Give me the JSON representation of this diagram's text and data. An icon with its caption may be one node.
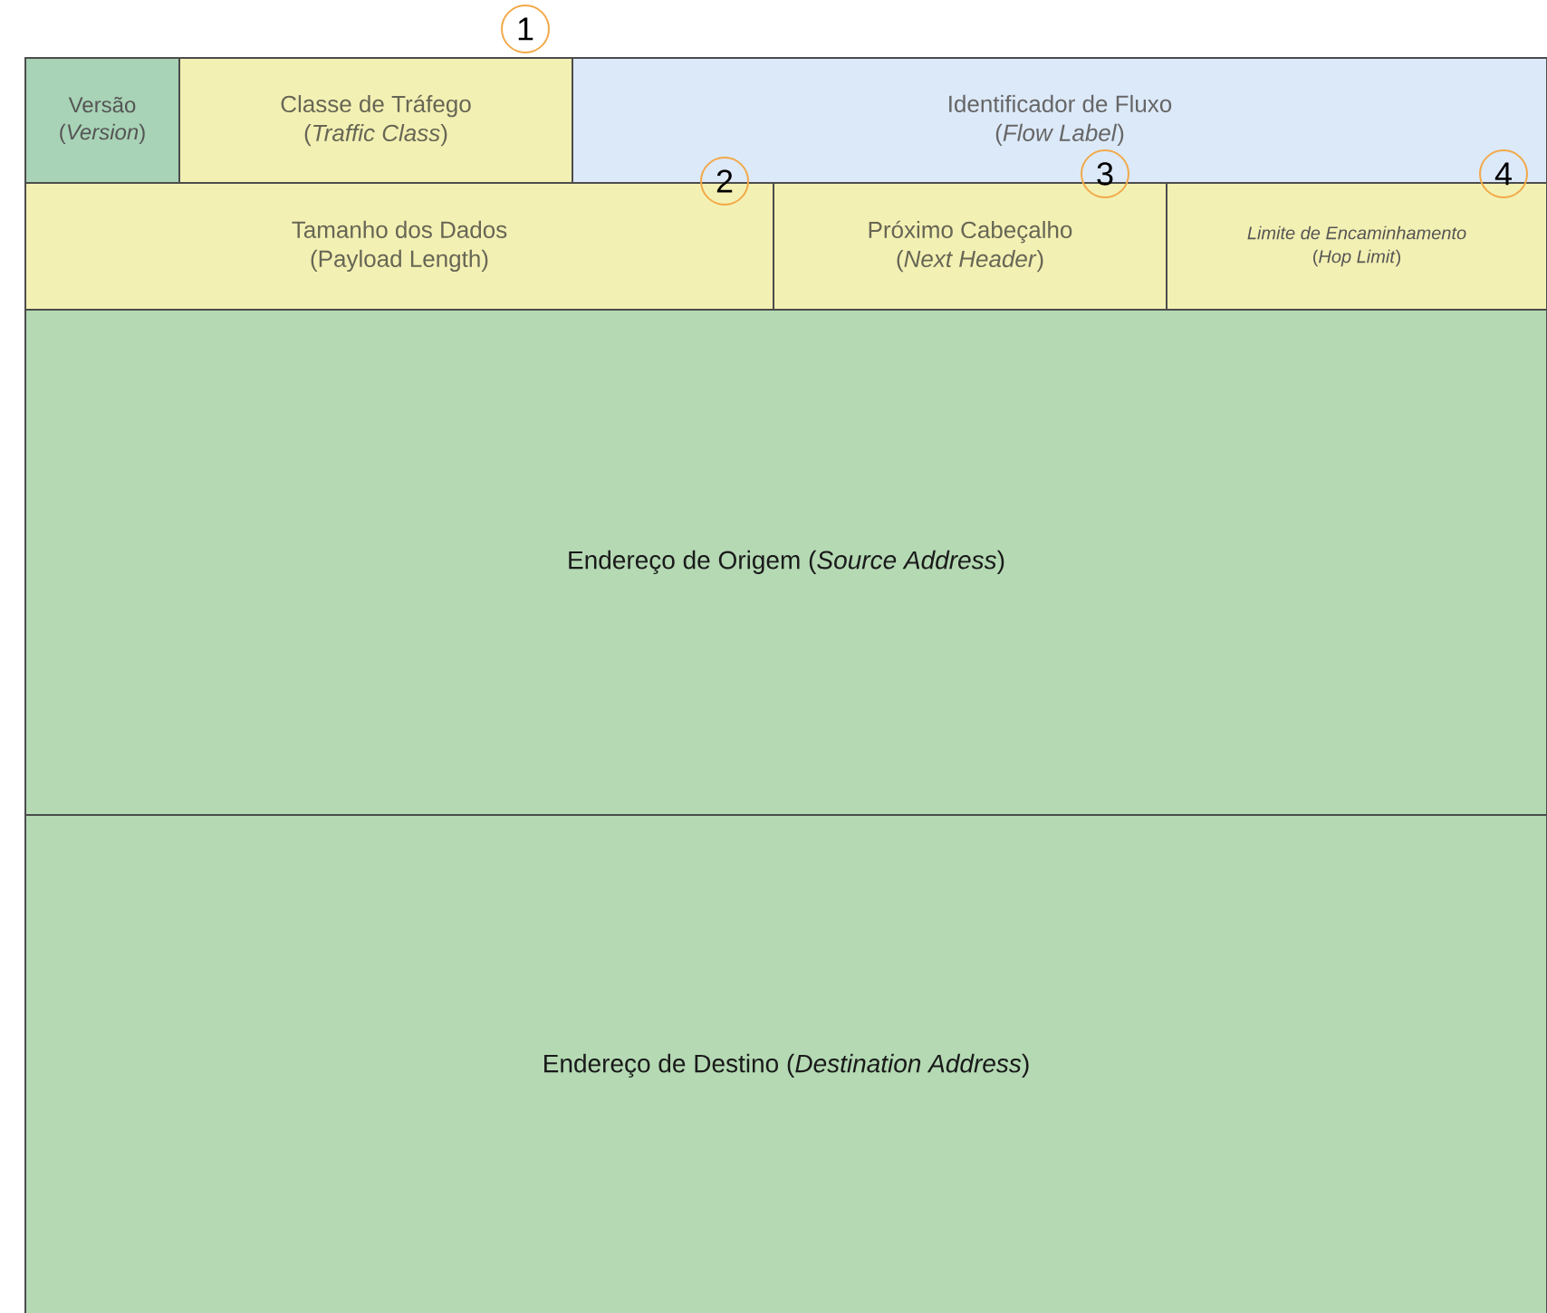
{
  "diagram": {
    "nodes": [
      {
        "text": [
          "Versão",
          "(*Version*)"
        ]
      },
      {
        "text": [
          "Classe de Tráfego",
          "(*Traffic Class*)"
        ]
      },
      {
        "text": [
          "Identificador de Fluxo",
          "(*Flow Label*)"
        ]
      },
      {
        "text": [
          "Tamanho dos Dados",
          "(Payload Length)"
        ]
      },
      {
        "text": [
          "Próximo Cabeçalho",
          "(*Next Header*)"
        ]
      },
      {
        "text": [
          "Limite de Encaminhamento",
          "(*Hop Limit*)"
        ]
      },
      {
        "text": [
          "Endereço de Origem (*Source Address*)"
        ]
      },
      {
        "text": [
          "Endereço de Destino (*Destination Address*)"
        ]
      }
    ],
    "labels": [
      "1",
      "2",
      "3",
      "4"
    ]
  }
}
